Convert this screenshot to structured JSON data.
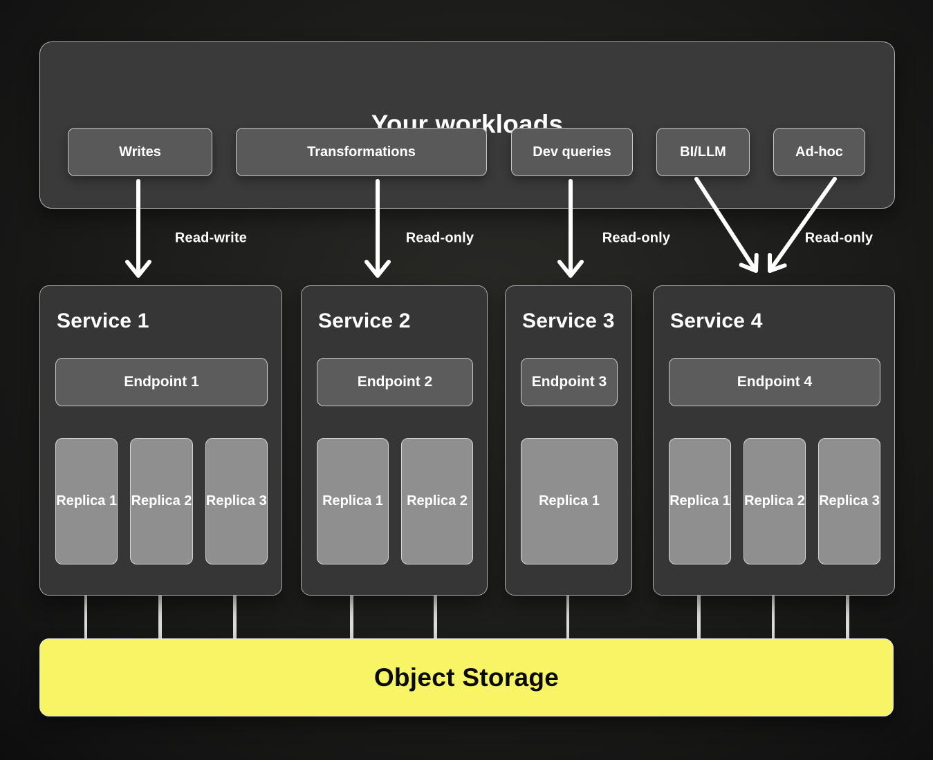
{
  "workloads_panel": {
    "title": "Your workloads",
    "buttons": [
      {
        "label": "Writes"
      },
      {
        "label": "Transformations"
      },
      {
        "label": "Dev queries"
      },
      {
        "label": "BI/LLM"
      },
      {
        "label": "Ad-hoc"
      }
    ]
  },
  "arrows": {
    "labels": [
      "Read-write",
      "Read-only",
      "Read-only",
      "Read-only"
    ]
  },
  "services": [
    {
      "title": "Service 1",
      "endpoint": "Endpoint 1",
      "replicas": [
        "Replica 1",
        "Replica 2",
        "Replica 3"
      ]
    },
    {
      "title": "Service 2",
      "endpoint": "Endpoint 2",
      "replicas": [
        "Replica 1",
        "Replica 2"
      ]
    },
    {
      "title": "Service 3",
      "endpoint": "Endpoint 3",
      "replicas": [
        "Replica 1"
      ]
    },
    {
      "title": "Service 4",
      "endpoint": "Endpoint 4",
      "replicas": [
        "Replica 1",
        "Replica 2",
        "Replica 3"
      ]
    }
  ],
  "storage": {
    "label": "Object Storage"
  },
  "colors": {
    "storage_yellow": "#f7f565",
    "panel_gray": "#3a3a3a",
    "chip_gray": "#595959",
    "replica_gray": "#8f8f8f",
    "arrow_white": "#ffffff",
    "background_dark": "#1d1d1b"
  }
}
